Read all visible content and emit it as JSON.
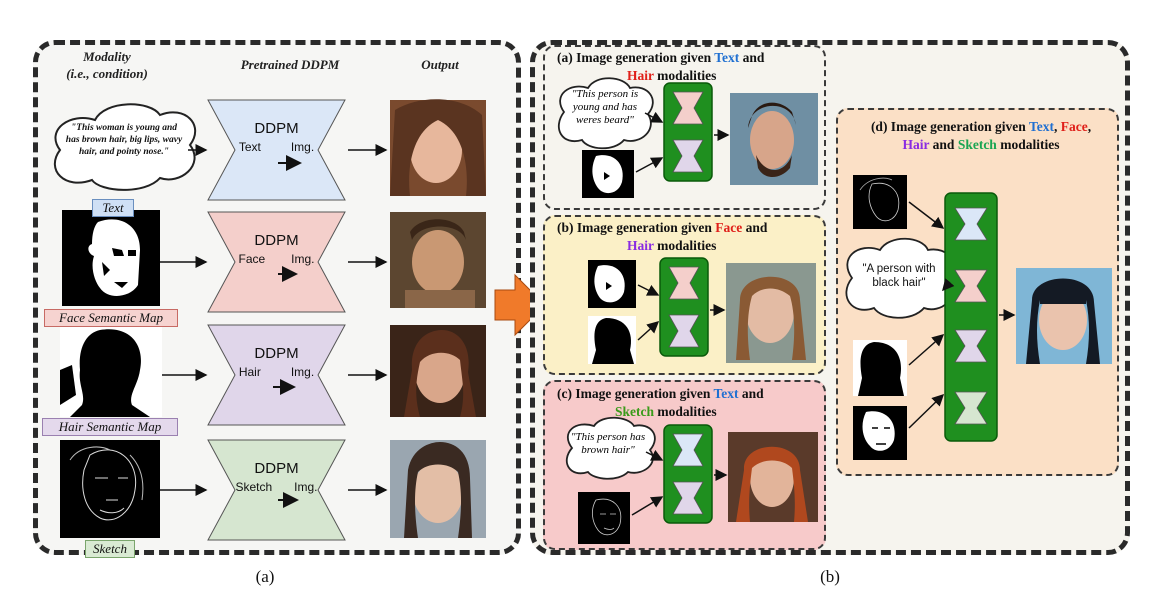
{
  "panel_a": {
    "headers": {
      "modality": "Modality",
      "modality_sub": "(i.e., condition)",
      "ddpm": "Pretrained DDPM",
      "output": "Output"
    },
    "rows": [
      {
        "ddpm": "DDPM",
        "from": "Text",
        "to": "Img.",
        "tag": "Text",
        "tag_color": "#cfe0f5",
        "ddpm_color": "#dbe7f7"
      },
      {
        "ddpm": "DDPM",
        "from": "Face",
        "to": "Img.",
        "tag": "Face Semantic Map",
        "tag_color": "#f6d3d0",
        "ddpm_color": "#f4cfcb"
      },
      {
        "ddpm": "DDPM",
        "from": "Hair",
        "to": "Img.",
        "tag": "Hair Semantic Map",
        "tag_color": "#e4d9ec",
        "ddpm_color": "#e0d6ea"
      },
      {
        "ddpm": "DDPM",
        "from": "Sketch",
        "to": "Img.",
        "tag": "Sketch",
        "tag_color": "#d9ead3",
        "ddpm_color": "#d6e6d0"
      }
    ],
    "text_condition": "\"This woman is young and has brown hair, big lips, wavy hair, and pointy nose.\"",
    "caption": "(a)"
  },
  "panel_b": {
    "caption": "(b)",
    "a": {
      "prefix": "(a) Image generation given ",
      "m1": "Text",
      "m1_color": "#1f6fd1",
      "and1": " and",
      "m2": "Hair",
      "m2_color": "#e0201a",
      "suffix": " modalities",
      "text": "\"This person is young and has weres beard\""
    },
    "b": {
      "prefix": "(b) Image generation given ",
      "m1": "Face",
      "m1_color": "#e0201a",
      "and1": " and",
      "m2": "Hair",
      "m2_color": "#8a2be2",
      "suffix": " modalities"
    },
    "c": {
      "prefix": "(c) Image generation given ",
      "m1": "Text",
      "m1_color": "#1f6fd1",
      "and1": " and",
      "m2": "Sketch",
      "m2_color": "#3a9b1a",
      "suffix": " modalities",
      "text": "\"This person has brown hair\""
    },
    "d": {
      "prefix": "(d) Image generation given ",
      "m1": "Text",
      "m1_color": "#1f6fd1",
      "sep1": ", ",
      "m2": "Face",
      "m2_color": "#e0201a",
      "sep2": ",",
      "m3": "Hair",
      "m3_color": "#8a2be2",
      "and1": " and ",
      "m4": "Sketch",
      "m4_color": "#1aa552",
      "suffix": " modalities",
      "text": "\"A person with black hair\""
    }
  },
  "colors": {
    "network_green": "#1f8f1f",
    "arrow_orange": "#f07a2a",
    "box_b_bg": "#fbf0c7",
    "box_c_bg": "#f7caca",
    "box_d_bg": "#fbe0c6"
  }
}
